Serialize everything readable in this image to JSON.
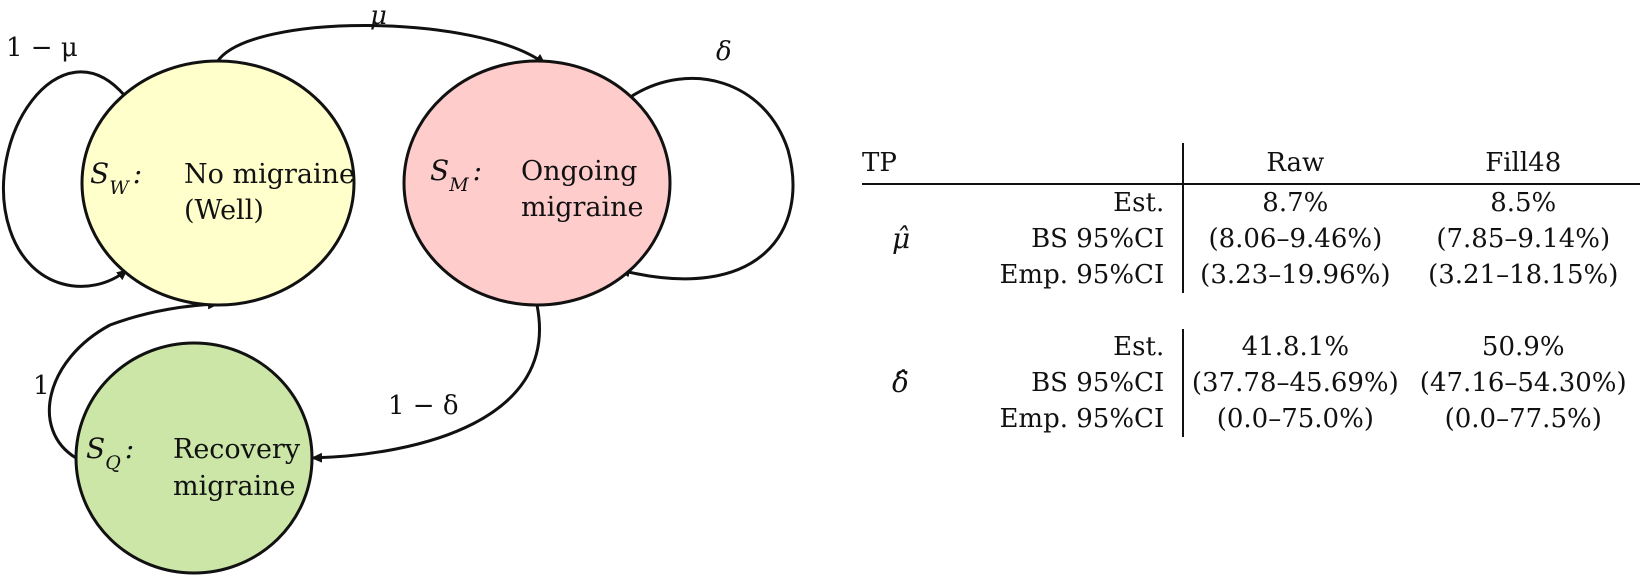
{
  "diagram": {
    "states": [
      {
        "symbol": "S_W",
        "symbol_main": "S",
        "symbol_sub": "W",
        "line1": "No migraine",
        "line2": "(Well)",
        "fill": "#ffffcc"
      },
      {
        "symbol": "S_M",
        "symbol_main": "S",
        "symbol_sub": "M",
        "line1": "Ongoing",
        "line2": "migraine",
        "fill": "#ffcccc"
      },
      {
        "symbol": "S_Q",
        "symbol_main": "S",
        "symbol_sub": "Q",
        "line1": "Recovery",
        "line2": "migraine",
        "fill": "#cce6a8"
      }
    ],
    "edges": {
      "w_to_m": "μ",
      "w_self": "1 − μ",
      "m_self": "δ",
      "m_to_q": "1 − δ",
      "q_to_w": "1"
    }
  },
  "table": {
    "header": {
      "tp": "TP",
      "raw": "Raw",
      "fill48": "Fill48"
    },
    "groups": [
      {
        "symbol": "μ̂",
        "rows": [
          {
            "stat": "Est.",
            "raw": "8.7%",
            "fill48": "8.5%"
          },
          {
            "stat": "BS 95%CI",
            "raw": "(8.06–9.46%)",
            "fill48": "(7.85–9.14%)"
          },
          {
            "stat": "Emp. 95%CI",
            "raw": "(3.23–19.96%)",
            "fill48": "(3.21–18.15%)"
          }
        ]
      },
      {
        "symbol": "δ̂",
        "rows": [
          {
            "stat": "Est.",
            "raw": "41.8.1%",
            "fill48": "50.9%"
          },
          {
            "stat": "BS 95%CI",
            "raw": "(37.78–45.69%)",
            "fill48": "(47.16–54.30%)"
          },
          {
            "stat": "Emp. 95%CI",
            "raw": "(0.0–75.0%)",
            "fill48": "(0.0–77.5%)"
          }
        ]
      }
    ]
  }
}
